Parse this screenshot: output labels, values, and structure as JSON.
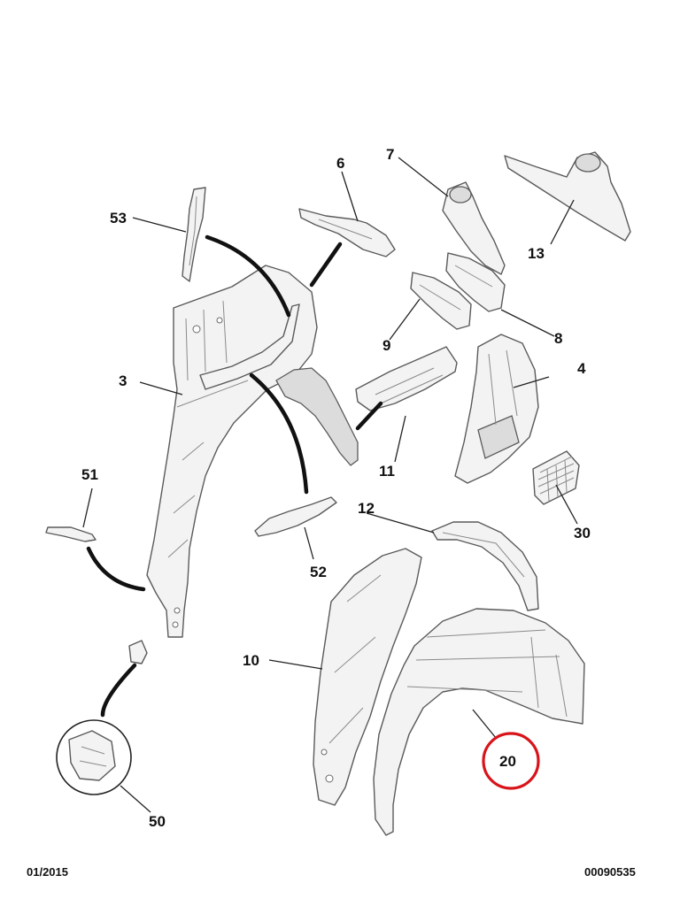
{
  "callouts": {
    "c3": "3",
    "c4": "4",
    "c6": "6",
    "c7": "7",
    "c8": "8",
    "c9": "9",
    "c10": "10",
    "c11": "11",
    "c12": "12",
    "c13": "13",
    "c20": "20",
    "c30": "30",
    "c50": "50",
    "c51": "51",
    "c52": "52",
    "c53": "53"
  },
  "highlighted_callout": "20",
  "footer": {
    "date": "01/2015",
    "reference": "00090535"
  },
  "colors": {
    "highlight": "#d8141b",
    "line": "#111111"
  }
}
